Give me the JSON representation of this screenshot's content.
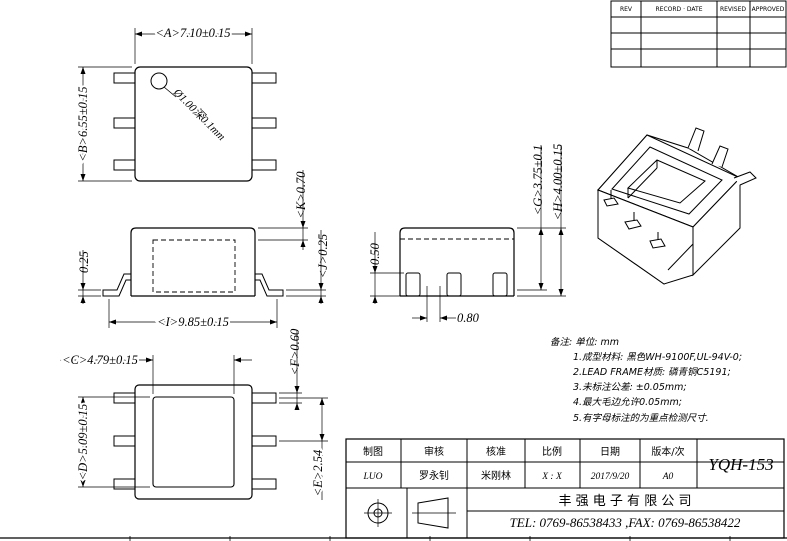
{
  "revision_table": {
    "headers": [
      "REV",
      "RECORD · DATE",
      "REVISED",
      "APPROVED"
    ]
  },
  "dimensions": {
    "A": "<A>7.10±0.15",
    "B": "<B>6.55±0.15",
    "hole": "Ø1.00深0.1mm",
    "K": "<K>0.70",
    "J": "<J>0.25",
    "side_025": "0.25",
    "I": "<I>9.85±0.15",
    "G": "<G>3.75±0.1",
    "H": "<H>4.00±0.15",
    "side_050": "0.50",
    "side_080": "0.80",
    "C": "<C>4.79±0.15",
    "F": "<F>0.60",
    "D": "<D>5.09±0.15",
    "E": "<E>2.54"
  },
  "notes": {
    "title": "备注:  单位: mm",
    "items": [
      "1.成型材料: 黑色WH-9100F,UL-94V-0;",
      "2.LEAD  FRAME材质: 磷青铜C5191;",
      "3.未标注公差: ±0.05mm;",
      "4.最大毛边允许0.05mm;",
      "5.有字母标注的为重点检测尺寸."
    ]
  },
  "title_block": {
    "headers": [
      "制图",
      "审核",
      "核准",
      "比例",
      "日期",
      "版本/次"
    ],
    "values": [
      "LUO",
      "罗永钊",
      "米刚林",
      "X : X",
      "2017/9/20",
      "A0"
    ],
    "part_no": "YQH-153",
    "company": "丰 强 电 子 有 限 公 司",
    "contact": "TEL: 0769-86538433 ,FAX: 0769-86538422"
  }
}
